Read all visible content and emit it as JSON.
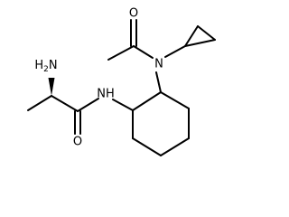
{
  "molecule": {
    "atoms": {
      "oxygen_top": {
        "symbol": "O"
      },
      "nitrogen_amide_top": {
        "symbol": "N"
      },
      "amino_group": {
        "symbol": "H",
        "subscript": "2",
        "suffix": "N"
      },
      "nitrogen_amide_left": {
        "symbol": "NH"
      },
      "oxygen_bottom": {
        "symbol": "O"
      }
    },
    "stereo": {
      "alpha_carbon": "wedge"
    }
  }
}
